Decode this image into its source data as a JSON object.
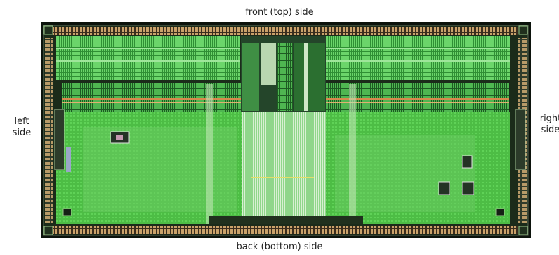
{
  "labels": {
    "top": "front (top) side",
    "bottom": "back (bottom) side",
    "left": "left side",
    "right": "right side"
  },
  "colors": {
    "die_border": "#0c130c",
    "logic_green": "#52c94a",
    "bright_green": "#7ee07a",
    "bondpad_copper": "#c9a26a",
    "bus_stripe": "#d88a4e"
  }
}
